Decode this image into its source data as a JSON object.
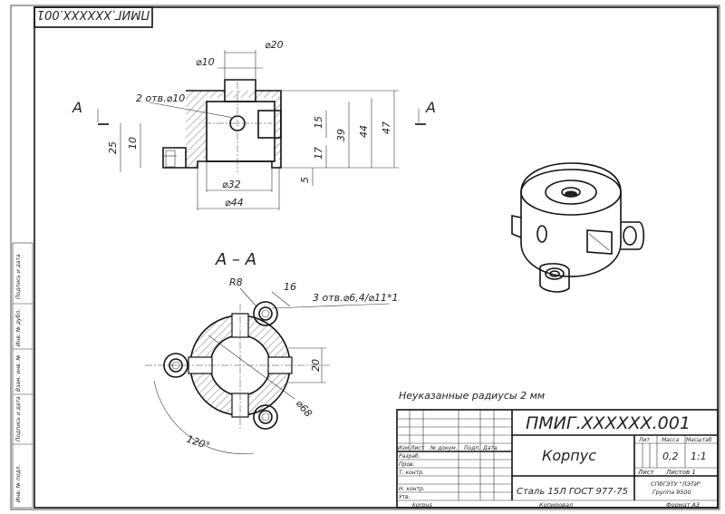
{
  "drawing": {
    "mirror_code": "ПМИГ.XXXXXX.001",
    "designation": "ПМИГ.XXXXXX.001",
    "part_name": "Корпус",
    "material": "Сталь 15Л ГОСТ 977-75",
    "organization_line1": "СПбГЭТУ \"ЛЭТИ\"",
    "organization_line2": "Группа 9500",
    "note": "Неуказанные радиусы 2 мм",
    "section_title": "A – A",
    "section_marker_left": "A",
    "section_marker_right": "A"
  },
  "title_block": {
    "col_lit": "Лит",
    "col_mass": "Масса",
    "col_scale": "Масштаб",
    "mass_value": "0,2",
    "scale_value": "1:1",
    "sheet_label": "Лист",
    "sheets_label": "Листов 1",
    "row_headers": [
      "Изм",
      "Лист",
      "№ докум.",
      "Подп.",
      "Дата"
    ],
    "roles": [
      "Разраб.",
      "Пров.",
      "Т. контр.",
      "Н. контр.",
      "Утв."
    ],
    "copied": "Копировал",
    "format": "Формат A3",
    "signature_text": "korpus"
  },
  "side_strip": [
    "Подпись и дата",
    "Инв. № дубл.",
    "Взам. инв. №",
    "Подпись и дата",
    "Инв. № подл."
  ],
  "dimensions": {
    "top_d20": "⌀20",
    "top_d10": "⌀10",
    "holes_note": "2 отв.⌀10",
    "h47": "47",
    "h44": "44",
    "h39": "39",
    "h17": "17",
    "h15": "15",
    "h10": "10",
    "h25": "25",
    "h5": "5",
    "d32": "⌀32",
    "d44": "⌀44",
    "r8": "R8",
    "w16": "16",
    "holes3": "3 отв.⌀6,4/⌀11*1",
    "w20": "20",
    "d68": "⌀68",
    "angle": "120°"
  }
}
